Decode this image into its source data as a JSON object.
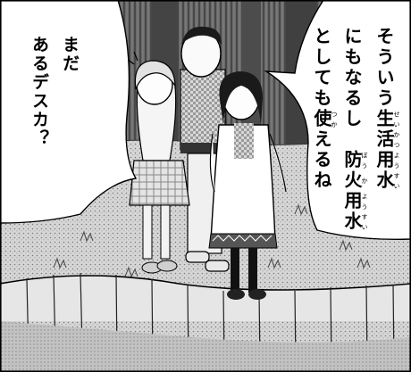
{
  "panel": {
    "colors": {
      "background_trees": "#6a6a6a",
      "grass": "#cfcfcf",
      "ground": "#bdbdbd",
      "ink": "#000000",
      "paper": "#ffffff"
    }
  },
  "bubble_left": {
    "lines": [
      "まだ",
      "あるデスカ？"
    ]
  },
  "bubble_right": {
    "line1": "そういう",
    "line1_kanji": "生活用水",
    "line1_ruby": "せいかつようすい",
    "line2": "にもなるし",
    "line2_kanji1": "防",
    "line2_ruby1": "ぼう",
    "line2_kanji2": "火",
    "line2_ruby2": "か",
    "line2_kanji3": "用水",
    "line2_ruby3": "ようすい",
    "line3_a": "としても",
    "line3_kanji": "使",
    "line3_ruby": "つか",
    "line3_b": "えるね"
  }
}
